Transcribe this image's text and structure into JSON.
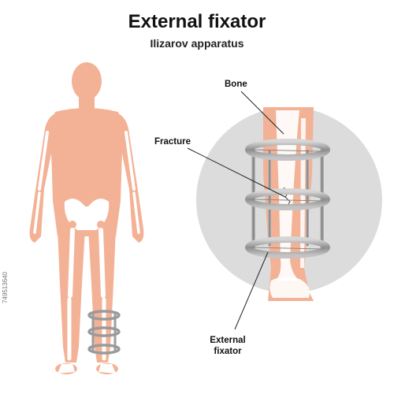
{
  "header": {
    "title": "External fixator",
    "subtitle": "Ilizarov apparatus"
  },
  "labels": {
    "bone": "Bone",
    "fracture": "Fracture",
    "fixator_line1": "External",
    "fixator_line2": "fixator"
  },
  "stock_id": "749513640",
  "colors": {
    "skin": "#f3b296",
    "bone": "#ffffff",
    "circle": "#dcdcdc",
    "ring": "#a8a8a8",
    "rod": "#9e9e9e"
  }
}
